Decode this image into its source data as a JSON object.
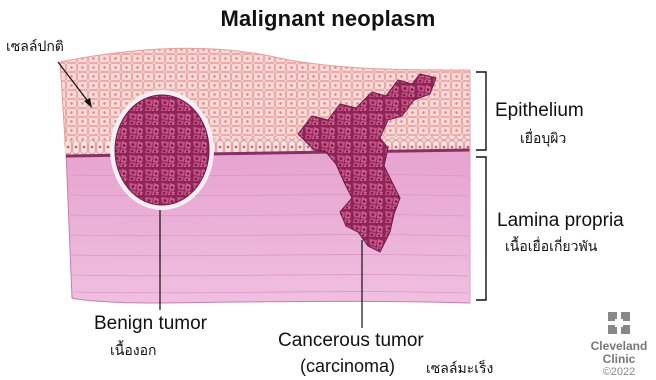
{
  "title": "Malignant neoplasm",
  "labels": {
    "normal_cell_th": "เซลล์ปกติ",
    "epithelium_en": "Epithelium",
    "epithelium_th": "เยื่อบุผิว",
    "lamina_en": "Lamina propria",
    "lamina_th": "เนื้อเยื่อเกี่ยวพัน",
    "benign_en": "Benign tumor",
    "benign_th": "เนื้องอก",
    "cancer_en": "Cancerous tumor",
    "cancer_en2": "(carcinoma)",
    "cancer_th": "เซลล์มะเร็ง"
  },
  "logo": {
    "line1": "Cleveland",
    "line2": "Clinic",
    "year": "©2022"
  },
  "colors": {
    "epithelium": "#f6c9c6",
    "lamina": "#e9a8d2",
    "tumor": "#b8447a",
    "tumor_dark": "#7a1f4c",
    "basement": "#8a2f63"
  }
}
